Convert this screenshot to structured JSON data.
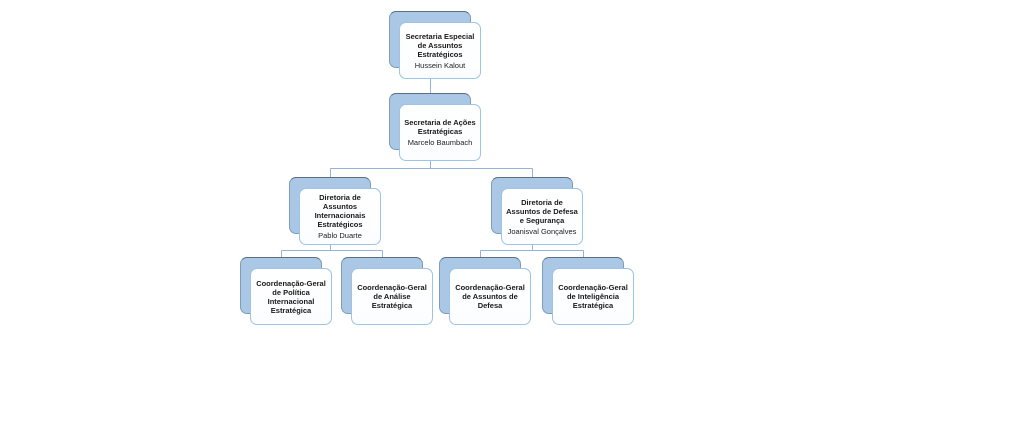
{
  "colors": {
    "node_back_fill": "#abc7e6",
    "node_back_border": "#7f9db9",
    "node_back_border_top": "#5b6f85",
    "node_front_fill": "#ffffff",
    "node_front_border": "#9dc3e6",
    "connector": "#95b3d7",
    "text": "#1a1a1a"
  },
  "chart_title": "",
  "nodes": [
    {
      "id": "secretaria-especial",
      "level": 1,
      "title": "Secretaria Especial\nde Assuntos\nEstratégicos",
      "person": "Hussein Kalout"
    },
    {
      "id": "secretaria-acoes",
      "level": 2,
      "title": "Secretaria de Ações\nEstratégicas",
      "person": "Marcelo Baumbach"
    },
    {
      "id": "diretoria-assuntos-internacionais",
      "level": 3,
      "title": "Diretoria de\nAssuntos\nInternacionais\nEstratégicos",
      "person": "Pablo Duarte"
    },
    {
      "id": "diretoria-defesa-seguranca",
      "level": 3,
      "title": "Diretoria de\nAssuntos de Defesa\ne Segurança",
      "person": "Joanisval Gonçalves"
    },
    {
      "id": "cg-politica-internacional",
      "level": 4,
      "title": "Coordenação-Geral\nde Política\nInternacional\nEstratégica",
      "person": ""
    },
    {
      "id": "cg-analise-estrategica",
      "level": 4,
      "title": "Coordenação-Geral\nde Análise\nEstratégica",
      "person": ""
    },
    {
      "id": "cg-assuntos-defesa",
      "level": 4,
      "title": "Coordenação-Geral\nde Assuntos de\nDefesa",
      "person": ""
    },
    {
      "id": "cg-inteligencia-estrategica",
      "level": 4,
      "title": "Coordenação-Geral\nde Inteligência\nEstratégica",
      "person": ""
    }
  ]
}
